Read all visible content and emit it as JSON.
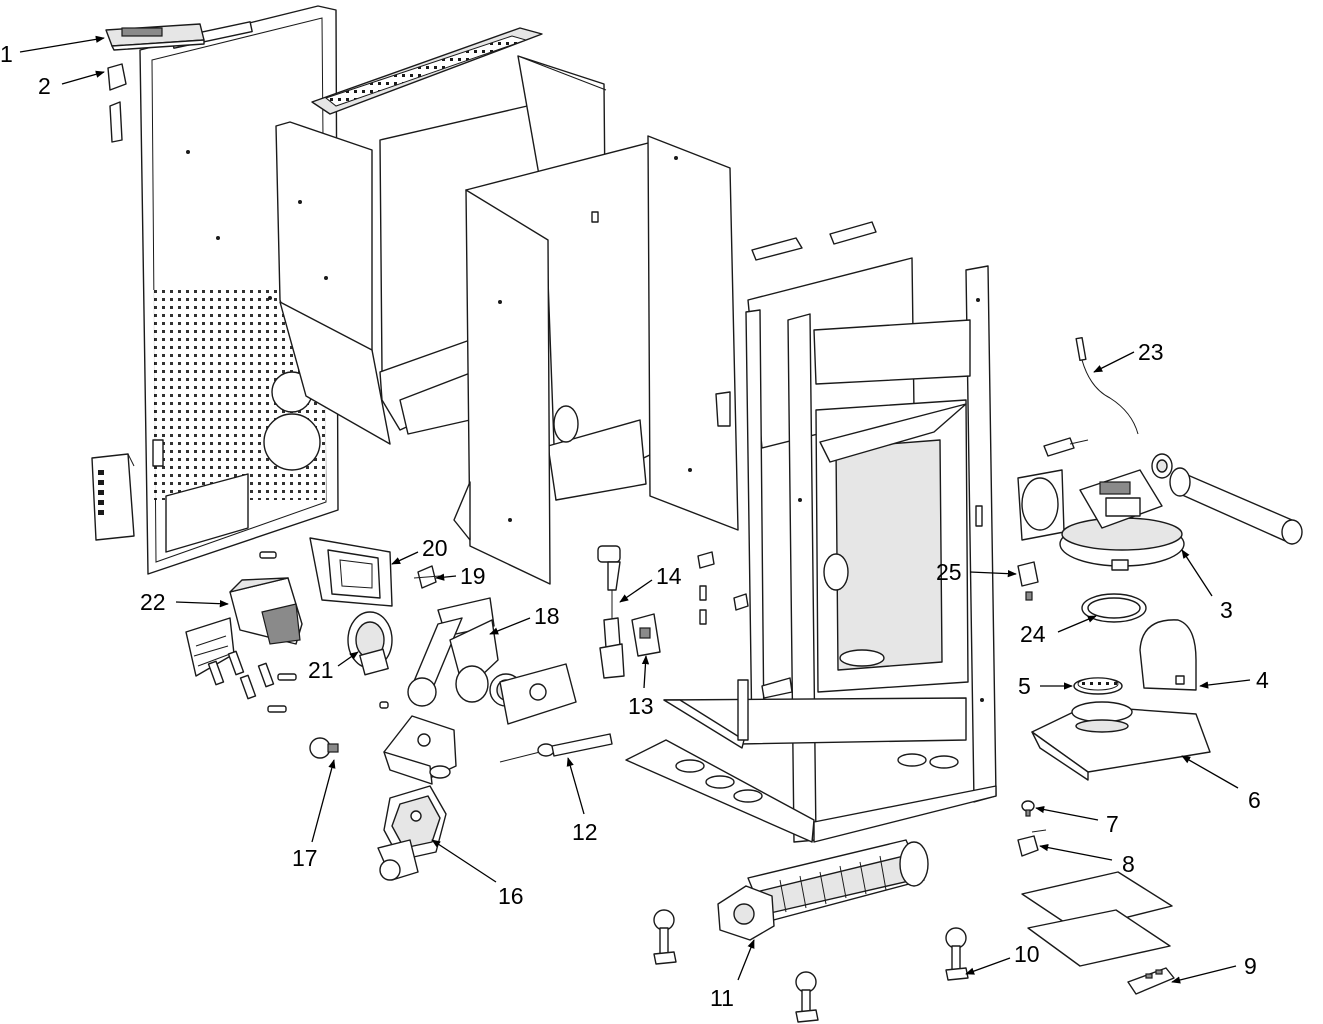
{
  "callouts": [
    {
      "label": "1"
    },
    {
      "label": "2"
    },
    {
      "label": "3"
    },
    {
      "label": "4"
    },
    {
      "label": "5"
    },
    {
      "label": "6"
    },
    {
      "label": "7"
    },
    {
      "label": "8"
    },
    {
      "label": "9"
    },
    {
      "label": "10"
    },
    {
      "label": "11"
    },
    {
      "label": "12"
    },
    {
      "label": "13"
    },
    {
      "label": "14"
    },
    {
      "label": "16"
    },
    {
      "label": "17"
    },
    {
      "label": "18"
    },
    {
      "label": "19"
    },
    {
      "label": "20"
    },
    {
      "label": "21"
    },
    {
      "label": "22"
    },
    {
      "label": "23"
    },
    {
      "label": "24"
    },
    {
      "label": "25"
    }
  ]
}
